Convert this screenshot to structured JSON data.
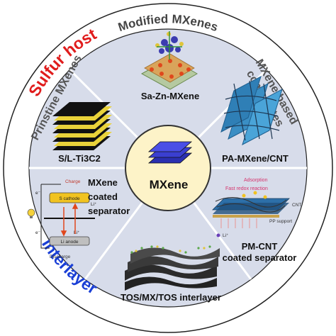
{
  "outer_labels": {
    "top": "Sulfur host",
    "bottom": "Interlayer",
    "top_color": "#e01c1c",
    "bottom_color": "#1a3fd6"
  },
  "sectors": {
    "modified": {
      "title": "Modified MXenes",
      "label": "Sa-Zn-MXene"
    },
    "pristine": {
      "title": "Prinstine MXenes",
      "label": "S/L-Ti3C2"
    },
    "composites": {
      "title_line1": "MXene-based",
      "title_line2": "composites",
      "label": "PA-MXene/CNT"
    },
    "separator": {
      "line1": "MXene",
      "line2": "coated",
      "line3": "separator"
    },
    "pmcnt": {
      "line1": "PM-CNT",
      "line2": "coated separator"
    },
    "interlayer": {
      "label": "TOS/MX/TOS interlayer"
    }
  },
  "center": {
    "label": "MXene"
  },
  "battery_diagram": {
    "charge": "Charge",
    "discharge": "Discharge",
    "cathode": "S cathode",
    "anode": "Li anode",
    "e_minus": "e⁻",
    "li_plus": "Li⁺"
  },
  "pmcnt_diagram": {
    "adsorption": "Adsorption",
    "fast_redox": "Fast redox reaction",
    "cnt": "CNT",
    "pp_support": "PP support",
    "li_plus": "Li⁺"
  },
  "colors": {
    "sector_fill": "#d7dcea",
    "center_fill": "#fdf3c8",
    "divider": "#ffffff",
    "outer_ring": "#ffffff"
  }
}
